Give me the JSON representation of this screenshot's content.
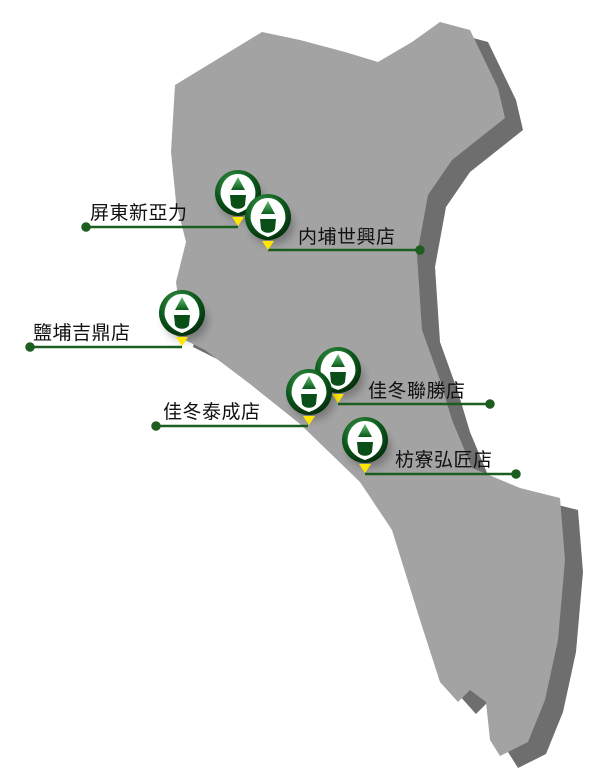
{
  "colors": {
    "land_top": "#a3a3a3",
    "land_side": "#6e6e6e",
    "marker_green": "#0e5a1e",
    "leader_line": "#1b5e20",
    "pin_yellow": "#ffe600"
  },
  "stores": [
    {
      "name": "屏東新亞力",
      "icon": "store-pin-icon"
    },
    {
      "name": "内埔世興店",
      "icon": "store-pin-icon"
    },
    {
      "name": "鹽埔吉鼎店",
      "icon": "store-pin-icon"
    },
    {
      "name": "佳冬聯勝店",
      "icon": "store-pin-icon"
    },
    {
      "name": "佳冬泰成店",
      "icon": "store-pin-icon"
    },
    {
      "name": "枋寮弘匠店",
      "icon": "store-pin-icon"
    }
  ]
}
